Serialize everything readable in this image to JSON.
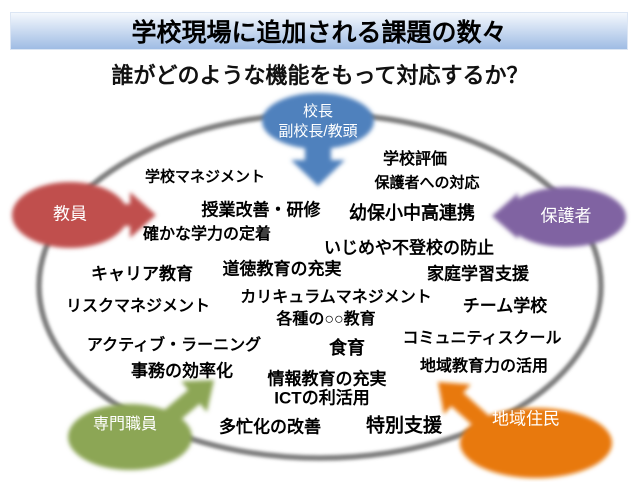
{
  "header": {
    "title": "学校現場に追加される課題の数々"
  },
  "subtitle": "誰がどのような機能をもって対応するか？",
  "actors": {
    "principal": {
      "line1": "校長",
      "line2": "副校長/教頭"
    },
    "teacher": {
      "label": "教員"
    },
    "guardian": {
      "label": "保護者"
    },
    "specialist": {
      "label": "専門職員"
    },
    "resident": {
      "label": "地域住民"
    }
  },
  "topics": [
    "学校マネジメント",
    "学校評価",
    "保護者への対応",
    "授業改善・研修",
    "幼保小中高連携",
    "確かな学力の定着",
    "いじめや不登校の防止",
    "キャリア教育",
    "道徳教育の充実",
    "家庭学習支援",
    "リスクマネジメント",
    "カリキュラムマネジメント",
    "チーム学校",
    "各種の○○教育",
    "コミュニティスクール",
    "アクティブ・ラーニング",
    "食育",
    "地域教育力の活用",
    "事務の効率化",
    "情報教育の充実",
    "ICTの利活用",
    "多忙化の改善",
    "特別支援"
  ],
  "colors": {
    "banner_top": "#f4f8fd",
    "banner_bottom": "#9fbce4",
    "ring": "#7d7d7d",
    "principal": "#4F81BD",
    "teacher": "#C0504D",
    "guardian": "#8064A2",
    "specialist": "#8CA655",
    "resident": "#E8790F"
  }
}
